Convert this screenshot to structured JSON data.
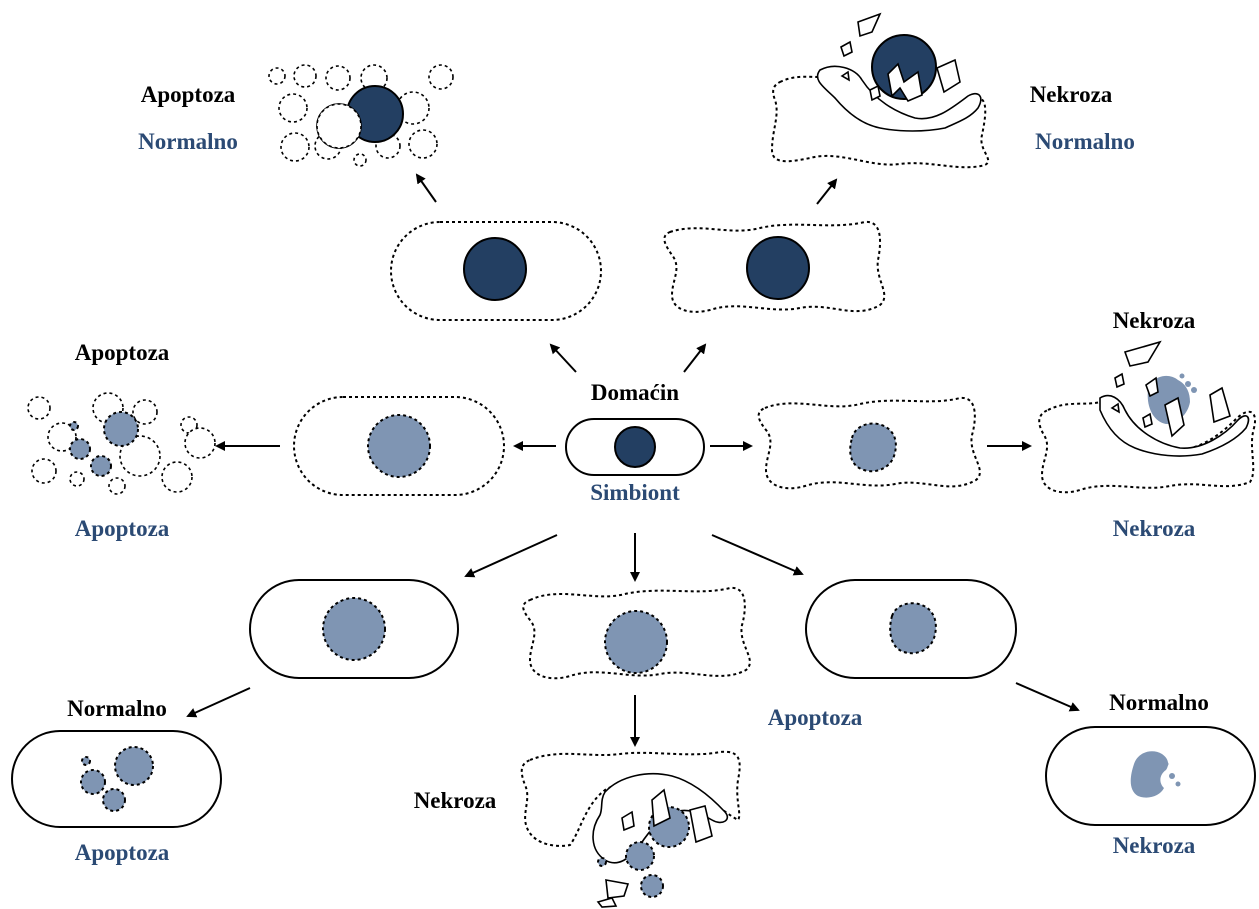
{
  "labels": {
    "host": "Domaćin",
    "symbiont": "Simbiont",
    "top_left_host": "Apoptoza",
    "top_left_sym": "Normalno",
    "top_right_host": "Nekroza",
    "top_right_sym": "Normalno",
    "mid_left_host": "Apoptoza",
    "mid_left_sym": "Apoptoza",
    "mid_right_host": "Nekroza",
    "mid_right_sym": "Nekroza",
    "bot_left_host": "Normalno",
    "bot_left_sym": "Apoptoza",
    "bot_mid_host": "Nekroza",
    "bot_mid_sym": "Apoptoza",
    "bot_right_host": "Normalno",
    "bot_right_sym": "Nekroza"
  },
  "colors": {
    "host_text": "#000000",
    "symbiont_text": "#2b4a74",
    "nucleus_normal": "#233f62",
    "nucleus_affected": "#7f95b3"
  }
}
